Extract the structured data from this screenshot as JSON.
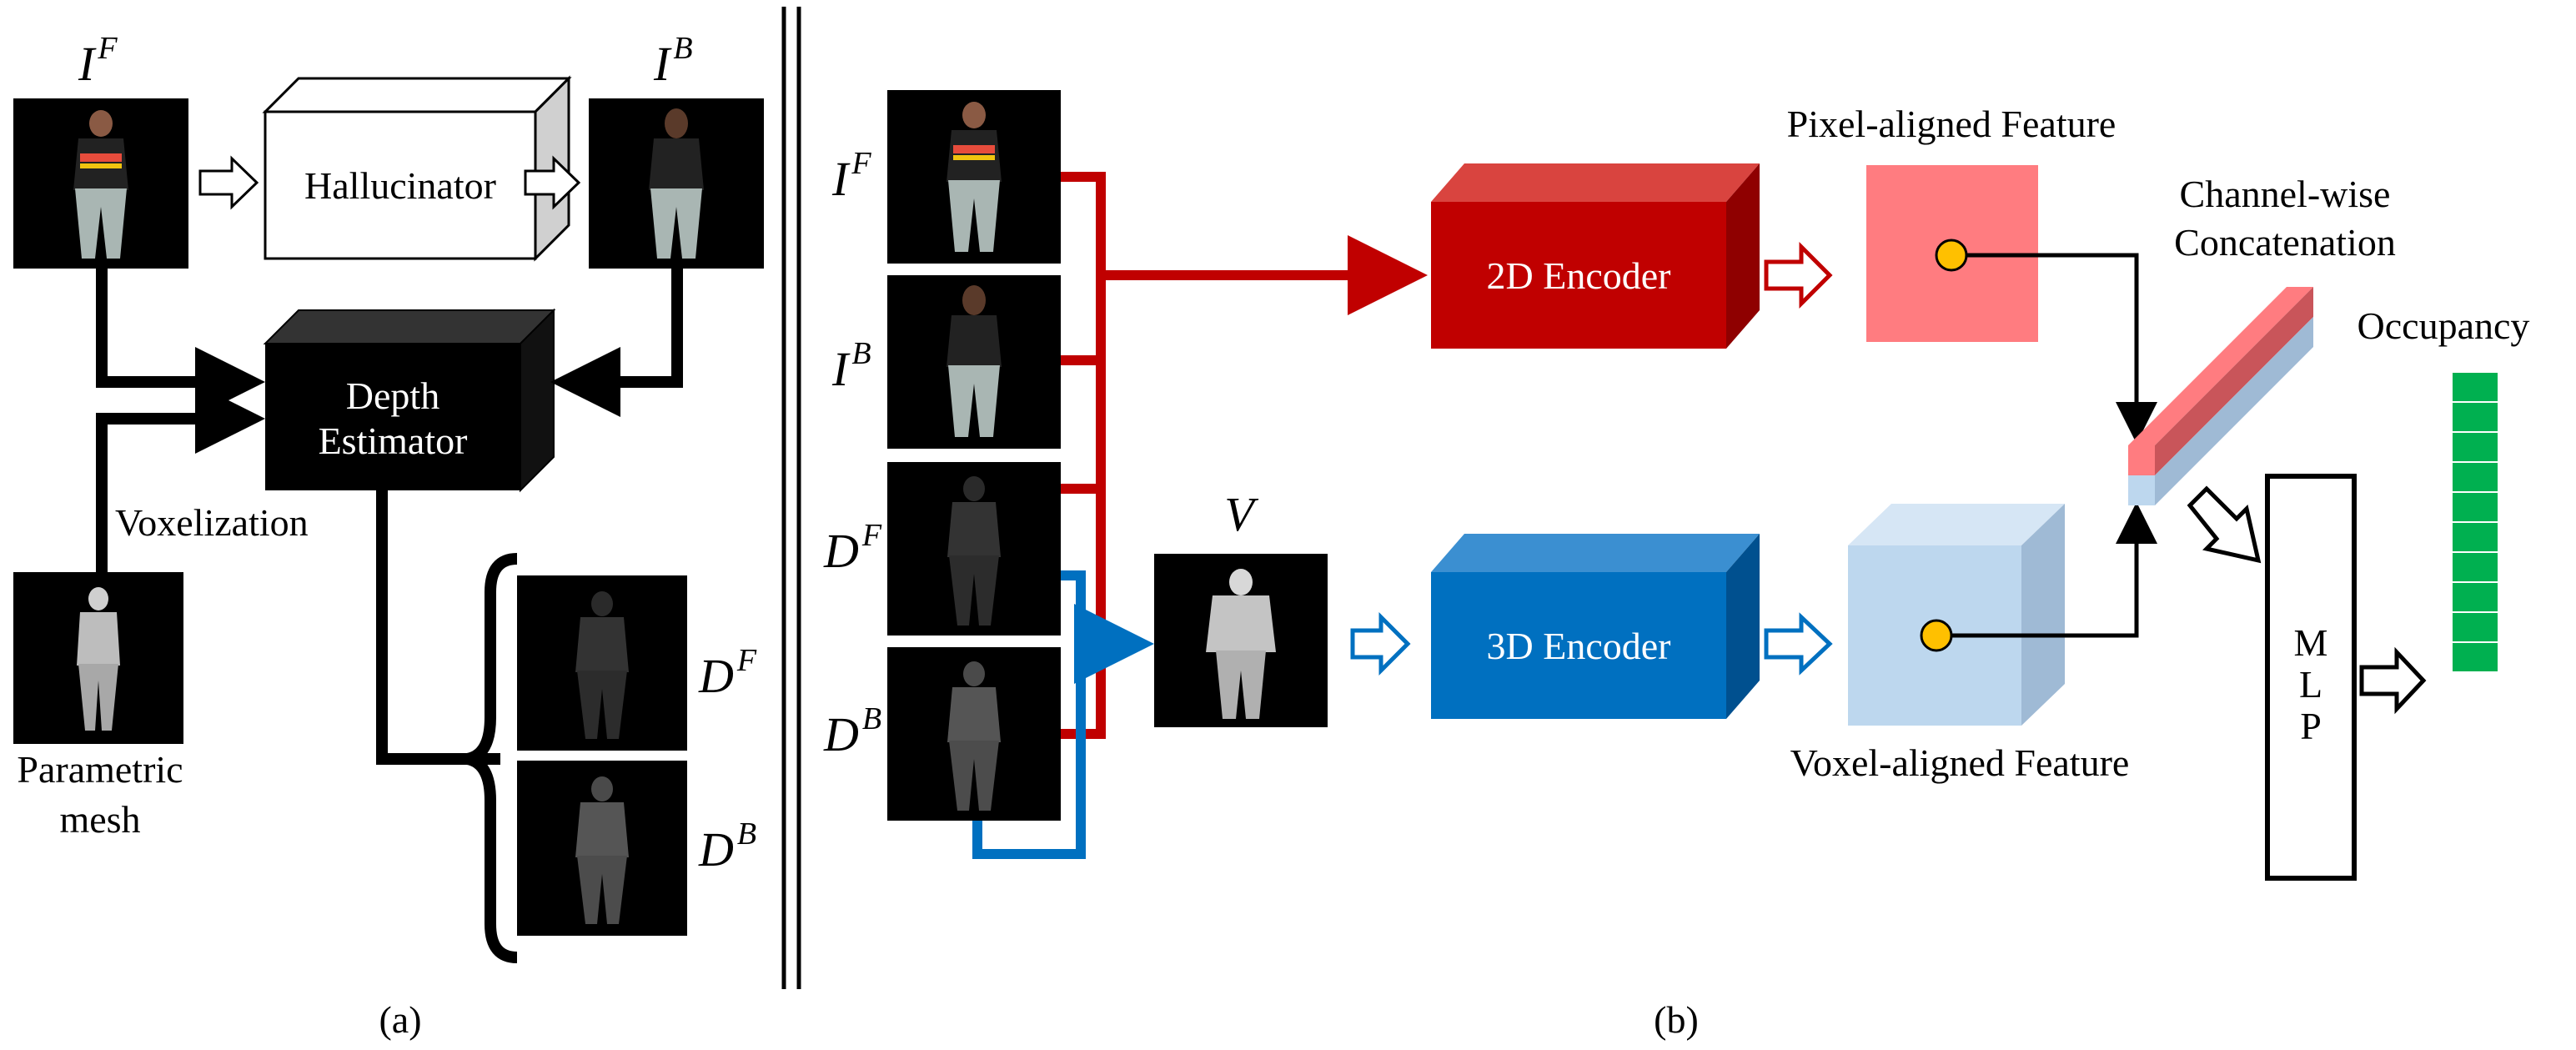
{
  "panel_a": {
    "image_front_label": {
      "base": "I",
      "sup": "F"
    },
    "image_back_label": {
      "base": "I",
      "sup": "B"
    },
    "hallucinator_label": "Hallucinator",
    "depth_estimator_line1": "Depth",
    "depth_estimator_line2": "Estimator",
    "voxelization_label": "Voxelization",
    "parametric_label_line1": "Parametric",
    "parametric_label_line2": "mesh",
    "depth_front_label": {
      "base": "D",
      "sup": "F"
    },
    "depth_back_label": {
      "base": "D",
      "sup": "B"
    },
    "caption": "(a)"
  },
  "panel_b": {
    "image_front_label": {
      "base": "I",
      "sup": "F"
    },
    "image_back_label": {
      "base": "I",
      "sup": "B"
    },
    "depth_front_label": {
      "base": "D",
      "sup": "F"
    },
    "depth_back_label": {
      "base": "D",
      "sup": "B"
    },
    "voxel_label": "V",
    "encoder_2d_label": "2D Encoder",
    "encoder_3d_label": "3D Encoder",
    "pixel_feature_label": "Pixel-aligned Feature",
    "voxel_feature_label": "Voxel-aligned Feature",
    "concat_line1": "Channel-wise",
    "concat_line2": "Concatenation",
    "mlp_letters": [
      "M",
      "L",
      "P"
    ],
    "occupancy_label": "Occupancy",
    "caption": "(b)"
  },
  "colors": {
    "red_path": "#c00000",
    "blue_path": "#0070c0",
    "encoder_2d_front": "#c00000",
    "encoder_2d_top": "#d9443f",
    "encoder_2d_side": "#8f0000",
    "encoder_3d_front": "#0070c0",
    "encoder_3d_top": "#3b8fd1",
    "encoder_3d_side": "#00508f",
    "pixel_feature": "#ff7c80",
    "voxel_feature_front": "#bdd7ee",
    "voxel_feature_top": "#d6e6f5",
    "voxel_feature_side": "#9fbad5",
    "feature_point": "#ffc000",
    "occupancy": "#00b050"
  }
}
